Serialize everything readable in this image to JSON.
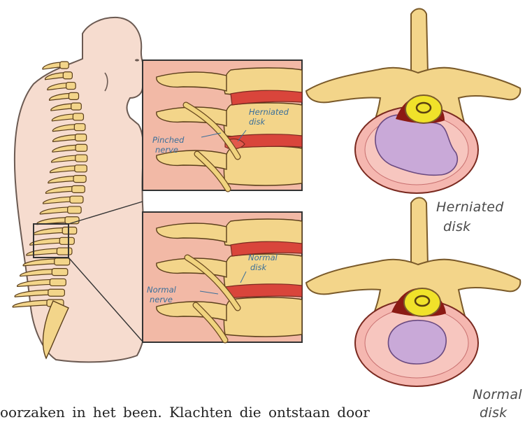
{
  "labels": {
    "upper_inset": {
      "herniated_disk": [
        "Herniated",
        "disk"
      ],
      "pinched_nerve": [
        "Pinched",
        "nerve"
      ]
    },
    "lower_inset": {
      "normal_disk": [
        "Normal",
        "disk"
      ],
      "normal_nerve": [
        "Normal",
        "nerve"
      ]
    },
    "right_top": [
      "Herniated",
      "disk"
    ],
    "right_bottom": [
      "Normal",
      "disk"
    ]
  },
  "caption": "oorzaken in het been. Klachten die ontstaan door",
  "colors": {
    "skin": "#f6dccf",
    "skin_outline": "#6b5a52",
    "bone": "#f3d58a",
    "bone_outline": "#7a5a2a",
    "panel_bg": "#f2b9a6",
    "disk_red": "#d9453b",
    "disk_pink": "#f5b7b0",
    "nucleus": "#c9a9d8",
    "spinal_cord": "#f0e22a",
    "dark_red": "#8b1a14"
  }
}
